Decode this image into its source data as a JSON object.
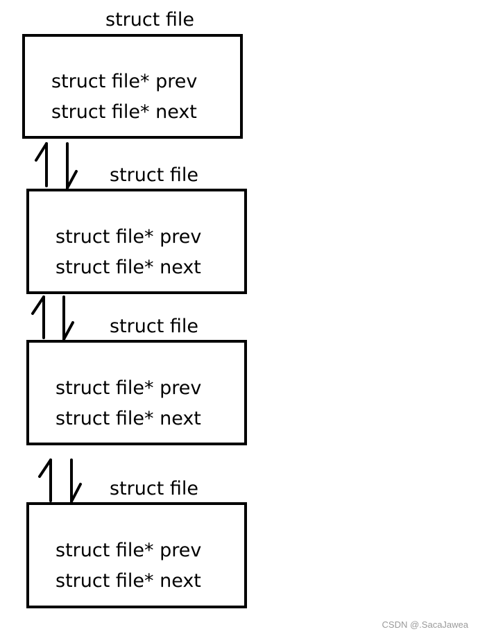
{
  "nodes": [
    {
      "title": "struct file",
      "fields": [
        "struct file* prev",
        "struct file* next"
      ]
    },
    {
      "title": "struct file",
      "fields": [
        "struct file* prev",
        "struct file* next"
      ]
    },
    {
      "title": "struct file",
      "fields": [
        "struct file* prev",
        "struct file* next"
      ]
    },
    {
      "title": "struct file",
      "fields": [
        "struct file* prev",
        "struct file* next"
      ]
    }
  ],
  "links": [
    {
      "icons": [
        "arrow-up-icon",
        "arrow-down-icon"
      ]
    },
    {
      "icons": [
        "arrow-up-icon",
        "arrow-down-icon"
      ]
    },
    {
      "icons": [
        "arrow-up-icon",
        "arrow-down-icon"
      ]
    }
  ],
  "watermark": "CSDN @.SacaJawea",
  "colors": {
    "line": "#000000",
    "background": "#ffffff",
    "watermark": "#9a9a9a"
  }
}
